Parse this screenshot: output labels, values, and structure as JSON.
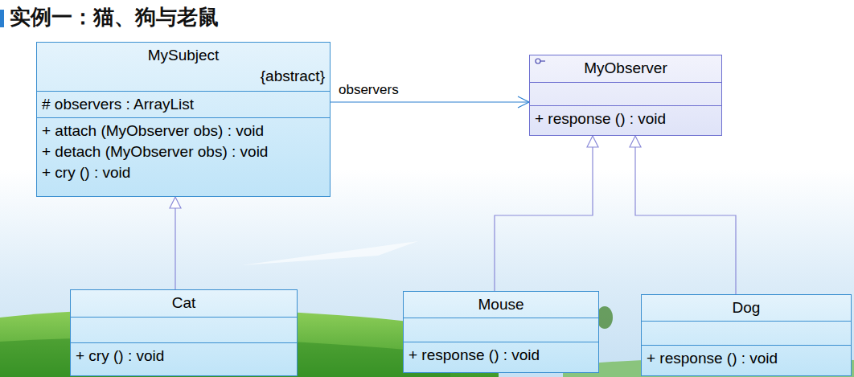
{
  "diagram": {
    "title": "实例一：猫、狗与老鼠",
    "nodes": [
      {
        "text": [
          "MySubject",
          "{abstract}",
          "# observers : ArrayList",
          "+ attach (MyObserver obs) : void",
          "+ detach (MyObserver obs) : void",
          "+ cry () : void"
        ]
      },
      {
        "text": [
          "MyObserver",
          "+ response () : void"
        ]
      },
      {
        "text": [
          "Cat",
          "+ cry () : void"
        ]
      },
      {
        "text": [
          "Mouse",
          "+ response () : void"
        ]
      },
      {
        "text": [
          "Dog",
          "+ response () : void"
        ]
      }
    ],
    "edges": [
      {
        "from": 0,
        "to": 1,
        "label": "observers",
        "arrow": "to"
      },
      {
        "from": 2,
        "to": 0,
        "arrow": "to"
      },
      {
        "from": 3,
        "to": 1,
        "arrow": "to"
      },
      {
        "from": 4,
        "to": 1,
        "arrow": "to"
      }
    ]
  }
}
